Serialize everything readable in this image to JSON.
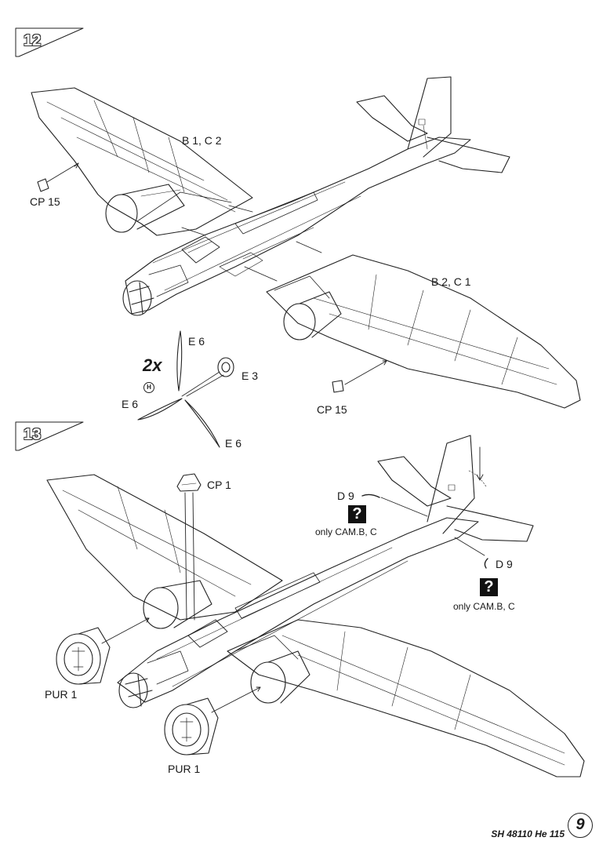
{
  "steps": {
    "step12": {
      "number": "12"
    },
    "step13": {
      "number": "13"
    }
  },
  "labels12": {
    "wing_left": "B 1, C 2",
    "wing_right": "B 2, C 1",
    "cp15_left": "CP 15",
    "cp15_right": "CP 15",
    "e6_top": "E 6",
    "e3": "E 3",
    "e6_left": "E 6",
    "e6_bottom": "E 6",
    "quantity": "2x",
    "h_mark": "H"
  },
  "labels13": {
    "cp1": "CP 1",
    "d9_top": "D 9",
    "d9_right": "D 9",
    "only_cam_1": "only CAM.B, C",
    "only_cam_2": "only CAM.B, C",
    "pur1_left": "PUR 1",
    "pur1_bottom": "PUR 1",
    "question_mark": "?"
  },
  "footer": {
    "kit": "SH 48110 He 115",
    "page": "9"
  },
  "colors": {
    "line": "#222222",
    "badge": "#111111",
    "step_box": "#ffffff"
  }
}
